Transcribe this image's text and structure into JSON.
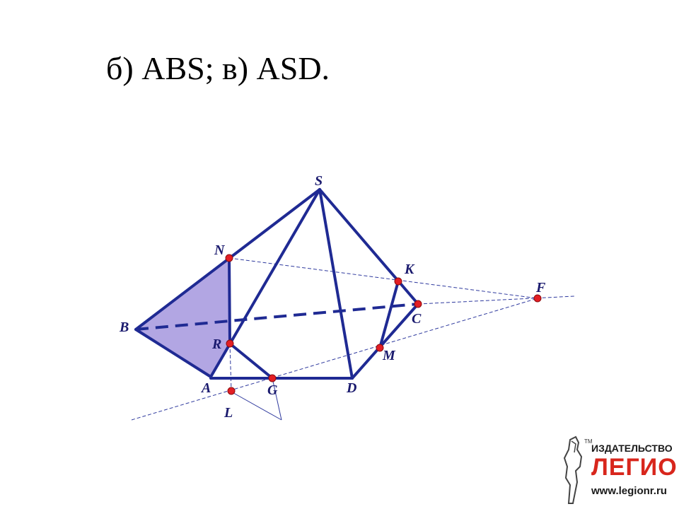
{
  "title": "б) ABS; в) ASD.",
  "diagram": {
    "colors": {
      "edge": "#1f2a93",
      "face_fill": "#b2a6e3",
      "point": "#e31e24",
      "label": "#1a1a6e",
      "aux_line": "#2f3a9e"
    },
    "points": {
      "S": "S",
      "N": "N",
      "B": "B",
      "R": "R",
      "A": "A",
      "L": "L",
      "G": "G",
      "D": "D",
      "M": "M",
      "C": "C",
      "K": "K",
      "F": "F"
    }
  },
  "logo": {
    "publisher": "ИЗДАТЕЛЬСТВО",
    "name": "ЛЕГИОН",
    "url": "www.legionr.ru",
    "tm": "TM"
  }
}
